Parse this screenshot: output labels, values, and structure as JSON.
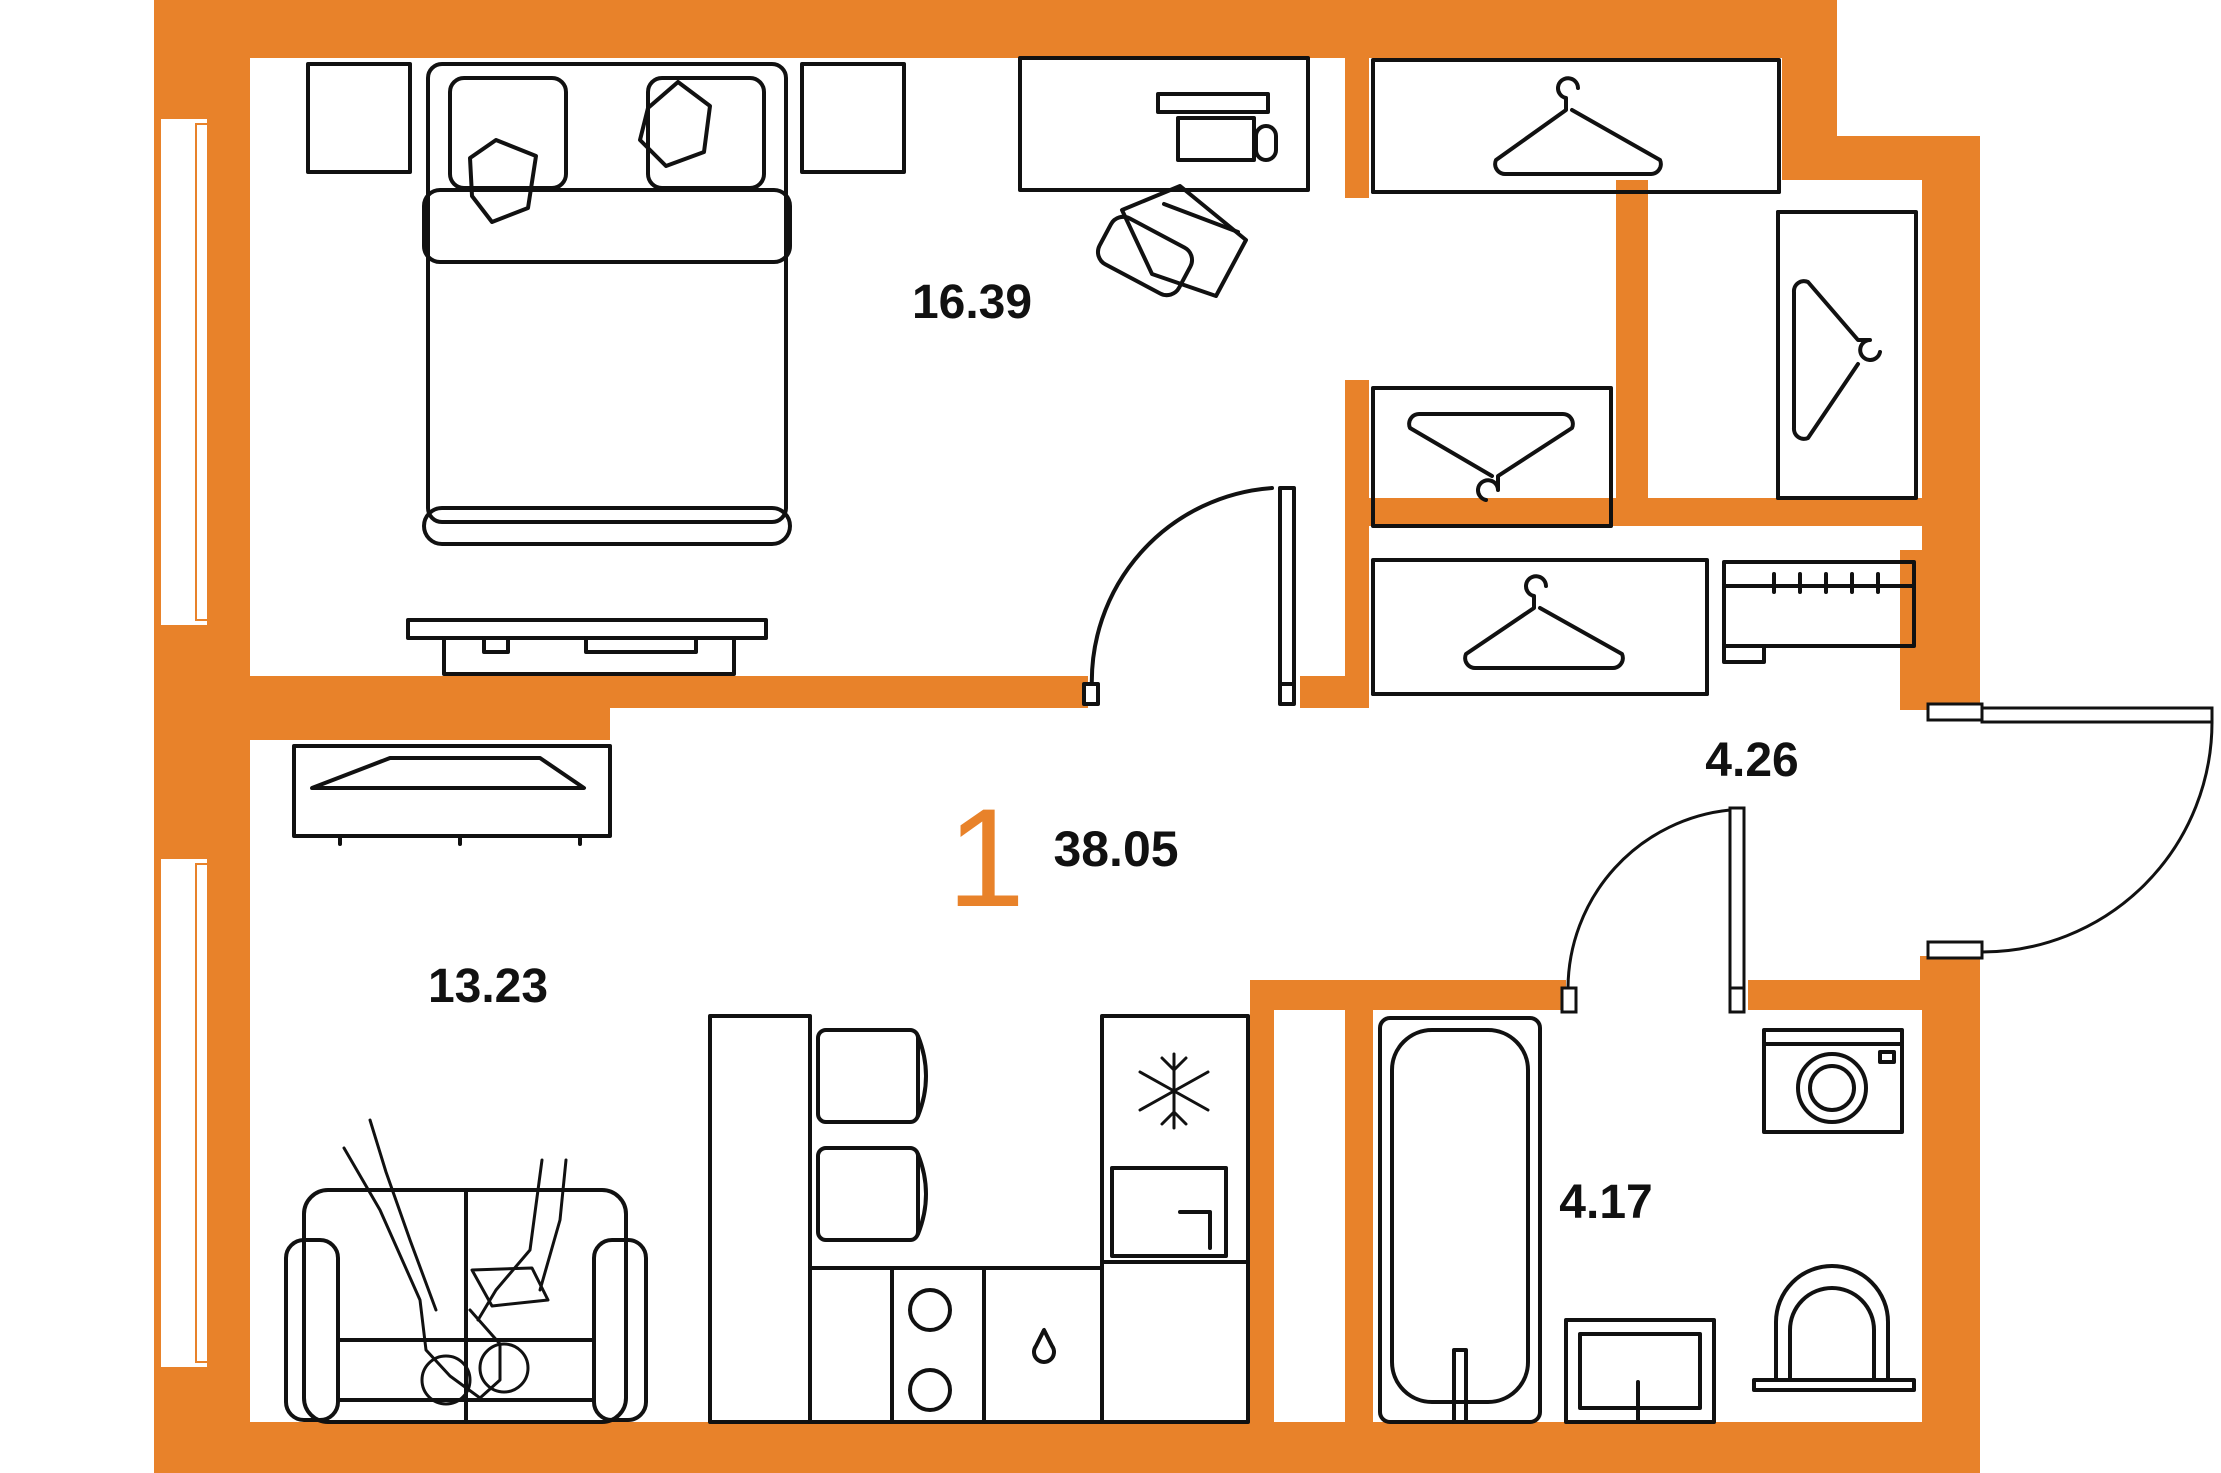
{
  "plan": {
    "rooms_count": "1",
    "total_area": "38.05",
    "rooms": [
      {
        "id": "bedroom",
        "area": "16.39"
      },
      {
        "id": "living-kitchen",
        "area": "13.23"
      },
      {
        "id": "hallway",
        "area": "4.26"
      },
      {
        "id": "bathroom",
        "area": "4.17"
      }
    ]
  },
  "colors": {
    "wall": "#E8822A",
    "line": "#111111",
    "background": "#FFFFFF"
  },
  "icons": [
    "bed-icon",
    "nightstand-icon",
    "desk-icon",
    "office-chair-icon",
    "tv-stand-icon",
    "wardrobe-hanger-icon",
    "shoe-rack-icon",
    "sofa-icon",
    "people-icon",
    "fridge-icon",
    "snowflake-icon",
    "microwave-icon",
    "stove-icon",
    "sink-icon",
    "bathtub-icon",
    "washbasin-icon",
    "toilet-icon",
    "washing-machine-icon",
    "door-icon",
    "window-icon"
  ]
}
